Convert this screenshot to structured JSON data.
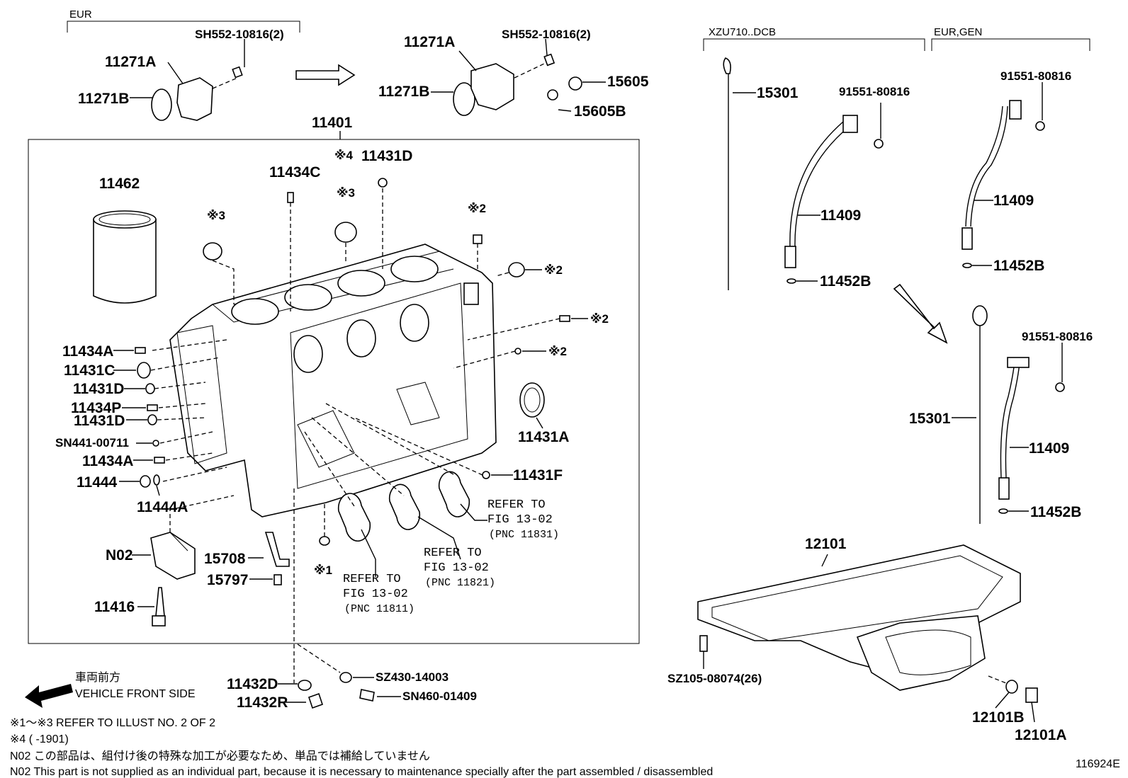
{
  "headers": {
    "eur_top": "EUR",
    "xzu": "XZU710..DCB",
    "eur_gen": "EUR,GEN"
  },
  "labels": {
    "p11271A_left": "11271A",
    "p11271B_left": "11271B",
    "sh552_left": "SH552-10816(2)",
    "p11271A_right": "11271A",
    "p11271B_right": "11271B",
    "sh552_right": "SH552-10816(2)",
    "p15605": "15605",
    "p15605B": "15605B",
    "p11401": "11401",
    "p11431D_top": "11431D",
    "mark4": "※4",
    "p11434C": "11434C",
    "p11462": "11462",
    "mark3_a": "※3",
    "mark3_b": "※3",
    "mark2_a": "※2",
    "mark2_b": "※2",
    "mark2_c": "※2",
    "mark2_d": "※2",
    "p11434A_1": "11434A",
    "p11431C": "11431C",
    "p11431D_1": "11431D",
    "p11434P": "11434P",
    "p11431D_2": "11431D",
    "sn441": "SN441-00711",
    "p11434A_2": "11434A",
    "p11444": "11444",
    "p11444A": "11444A",
    "p11431A": "11431A",
    "p11431F": "11431F",
    "n02": "N02",
    "p15708": "15708",
    "p15797": "15797",
    "p11416": "11416",
    "mark1": "※1",
    "p11432D": "11432D",
    "p11432R": "11432R",
    "sz430": "SZ430-14003",
    "sn460": "SN460-01409",
    "p15301_a": "15301",
    "p91551_a": "91551-80816",
    "p11409_a": "11409",
    "p11452B_a": "11452B",
    "p91551_b": "91551-80816",
    "p11409_b": "11409",
    "p11452B_b": "11452B",
    "p91551_c": "91551-80816",
    "p15301_b": "15301",
    "p11409_c": "11409",
    "p11452B_c": "11452B",
    "p12101": "12101",
    "sz105": "SZ105-08074(26)",
    "p12101B": "12101B",
    "p12101A": "12101A"
  },
  "refs": {
    "r1": [
      "REFER TO",
      "FIG 13-02",
      "(PNC 11831)"
    ],
    "r2": [
      "REFER TO",
      "FIG 13-02",
      "(PNC 11821)"
    ],
    "r3": [
      "REFER TO",
      "FIG 13-02",
      "(PNC 11811)"
    ]
  },
  "direction": {
    "jp": "車両前方",
    "en": "VEHICLE FRONT SIDE"
  },
  "notes": {
    "n1": "※1～※3  REFER TO ILLUST NO. 2 OF 2",
    "n2": "※4 (      -1901)",
    "n3": "N02  この部品は、組付け後の特殊な加工が必要なため、単品では補給していません",
    "n4": "N02  This part is not supplied as an individual part, because it is necessary to maintenance specially after the part assembled / disassembled"
  },
  "figure_id": "116924E"
}
